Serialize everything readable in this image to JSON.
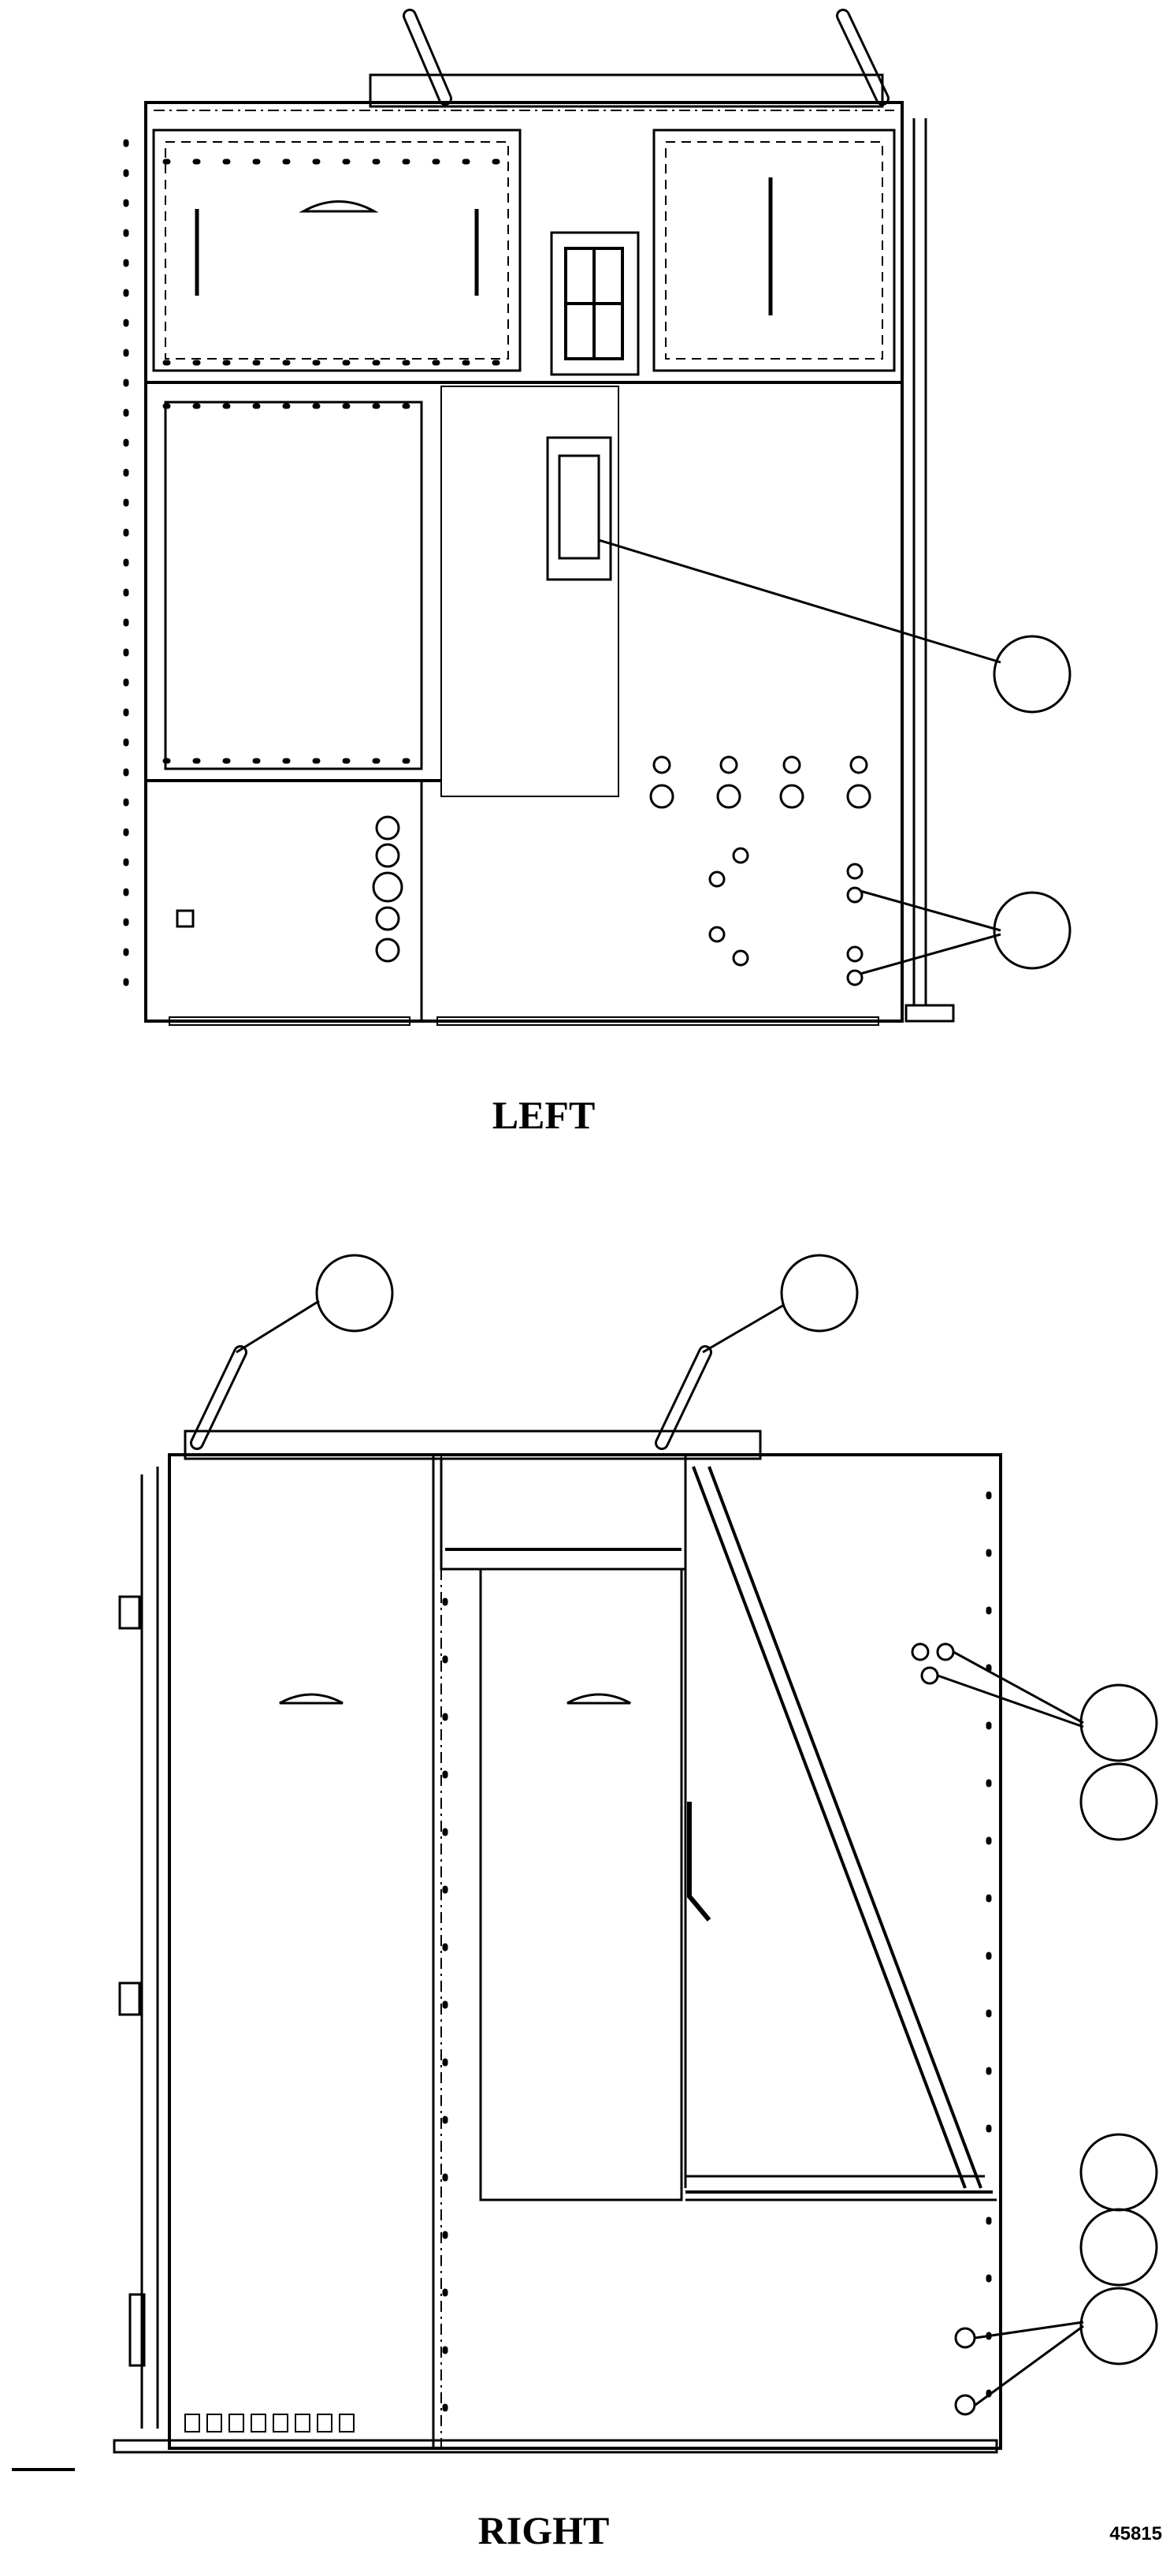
{
  "views": {
    "left": {
      "label": "LEFT"
    },
    "right": {
      "label": "RIGHT"
    }
  },
  "figure_number": "45815",
  "callouts": {
    "left": [
      "",
      ""
    ],
    "right": [
      "",
      "",
      "",
      "",
      "",
      "",
      ""
    ]
  },
  "colors": {
    "line": "#000000",
    "background": "#ffffff"
  }
}
